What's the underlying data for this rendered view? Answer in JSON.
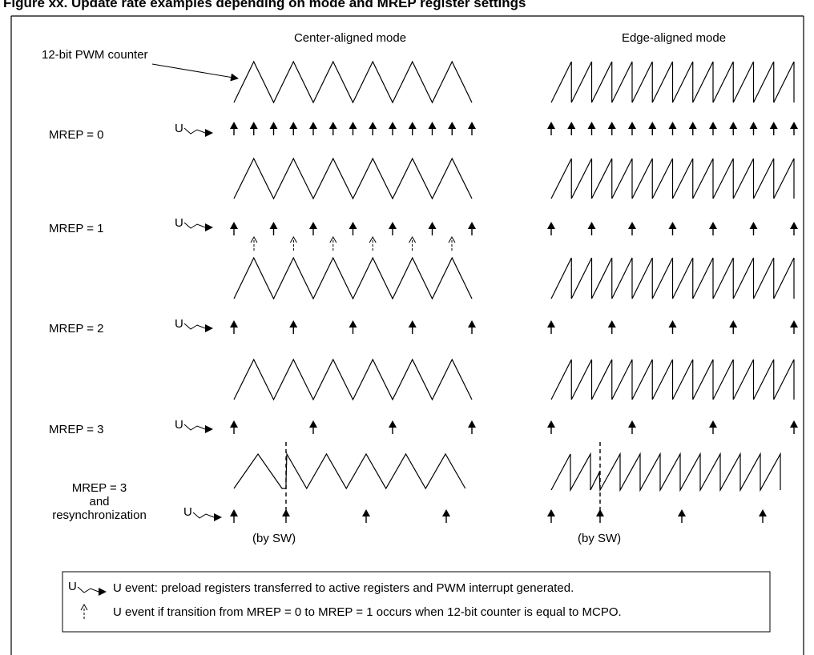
{
  "title": "Figure xx. Update rate examples depending on mode and MREP register settings",
  "mode_headers": {
    "center": "Center-aligned mode",
    "edge": "Edge-aligned mode"
  },
  "counter_label": "12-bit PWM counter",
  "rows": [
    {
      "label": "MREP = 0"
    },
    {
      "label": "MREP = 1"
    },
    {
      "label": "MREP = 2"
    },
    {
      "label": "MREP = 3"
    },
    {
      "label_lines": [
        "MREP = 3",
        "and",
        "resynchronization"
      ]
    }
  ],
  "u_symbol": "U",
  "by_sw_label": "(by SW)",
  "legend": {
    "line1": "U event: preload registers transferred to active registers and PWM interrupt generated.",
    "line2": "U event if transition from MREP = 0 to MREP = 1 occurs when 12-bit counter is equal to MCPO."
  }
}
